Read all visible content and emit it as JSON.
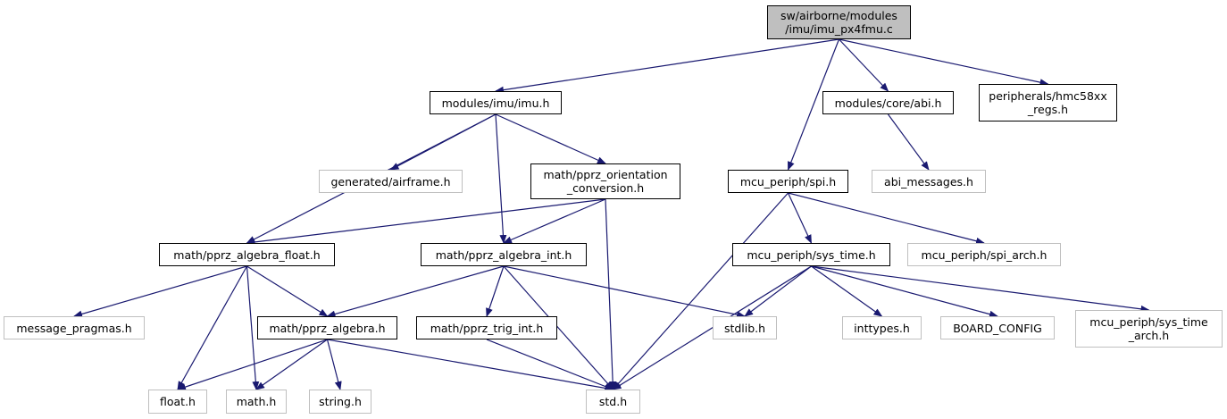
{
  "colors": {
    "edge": "#191970",
    "root_fill": "#bfbfbf",
    "undocumented_border": "#bfbfbf",
    "documented_border": "#000000"
  },
  "nodes": [
    {
      "id": "imu_px4fmu",
      "lines": [
        "sw/airborne/modules",
        "/imu/imu_px4fmu.c"
      ],
      "kind": "root"
    },
    {
      "id": "imu_h",
      "lines": [
        "modules/imu/imu.h"
      ],
      "kind": "doc"
    },
    {
      "id": "abi_h",
      "lines": [
        "modules/core/abi.h"
      ],
      "kind": "doc"
    },
    {
      "id": "hmc58xx",
      "lines": [
        "peripherals/hmc58xx",
        "_regs.h"
      ],
      "kind": "doc"
    },
    {
      "id": "airframe",
      "lines": [
        "generated/airframe.h"
      ],
      "kind": "undoc"
    },
    {
      "id": "orient",
      "lines": [
        "math/pprz_orientation",
        "_conversion.h"
      ],
      "kind": "doc"
    },
    {
      "id": "spi_h",
      "lines": [
        "mcu_periph/spi.h"
      ],
      "kind": "doc"
    },
    {
      "id": "abi_msg",
      "lines": [
        "abi_messages.h"
      ],
      "kind": "undoc"
    },
    {
      "id": "alg_float",
      "lines": [
        "math/pprz_algebra_float.h"
      ],
      "kind": "doc"
    },
    {
      "id": "alg_int",
      "lines": [
        "math/pprz_algebra_int.h"
      ],
      "kind": "doc"
    },
    {
      "id": "systime",
      "lines": [
        "mcu_periph/sys_time.h"
      ],
      "kind": "doc"
    },
    {
      "id": "spi_arch",
      "lines": [
        "mcu_periph/spi_arch.h"
      ],
      "kind": "undoc"
    },
    {
      "id": "msg_prag",
      "lines": [
        "message_pragmas.h"
      ],
      "kind": "undoc"
    },
    {
      "id": "alg",
      "lines": [
        "math/pprz_algebra.h"
      ],
      "kind": "doc"
    },
    {
      "id": "trig",
      "lines": [
        "math/pprz_trig_int.h"
      ],
      "kind": "doc"
    },
    {
      "id": "stdlib",
      "lines": [
        "stdlib.h"
      ],
      "kind": "undoc"
    },
    {
      "id": "inttypes",
      "lines": [
        "inttypes.h"
      ],
      "kind": "undoc"
    },
    {
      "id": "board",
      "lines": [
        "BOARD_CONFIG"
      ],
      "kind": "undoc"
    },
    {
      "id": "systime_arch",
      "lines": [
        "mcu_periph/sys_time",
        "_arch.h"
      ],
      "kind": "undoc"
    },
    {
      "id": "float_h",
      "lines": [
        "float.h"
      ],
      "kind": "undoc"
    },
    {
      "id": "math_h",
      "lines": [
        "math.h"
      ],
      "kind": "undoc"
    },
    {
      "id": "string_h",
      "lines": [
        "string.h"
      ],
      "kind": "undoc"
    },
    {
      "id": "std_h",
      "lines": [
        "std.h"
      ],
      "kind": "undoc"
    }
  ],
  "edges": [
    [
      "imu_px4fmu",
      "imu_h"
    ],
    [
      "imu_px4fmu",
      "abi_h"
    ],
    [
      "imu_px4fmu",
      "hmc58xx"
    ],
    [
      "imu_px4fmu",
      "spi_h"
    ],
    [
      "imu_h",
      "airframe"
    ],
    [
      "imu_h",
      "orient"
    ],
    [
      "imu_h",
      "alg_float"
    ],
    [
      "imu_h",
      "alg_int"
    ],
    [
      "abi_h",
      "abi_msg"
    ],
    [
      "orient",
      "alg_float"
    ],
    [
      "orient",
      "alg_int"
    ],
    [
      "orient",
      "std_h"
    ],
    [
      "spi_h",
      "systime"
    ],
    [
      "spi_h",
      "spi_arch"
    ],
    [
      "spi_h",
      "std_h"
    ],
    [
      "alg_float",
      "msg_prag"
    ],
    [
      "alg_float",
      "alg"
    ],
    [
      "alg_float",
      "float_h"
    ],
    [
      "alg_float",
      "math_h"
    ],
    [
      "alg_int",
      "alg"
    ],
    [
      "alg_int",
      "trig"
    ],
    [
      "alg_int",
      "stdlib"
    ],
    [
      "alg_int",
      "std_h"
    ],
    [
      "systime",
      "stdlib"
    ],
    [
      "systime",
      "inttypes"
    ],
    [
      "systime",
      "board"
    ],
    [
      "systime",
      "systime_arch"
    ],
    [
      "systime",
      "std_h"
    ],
    [
      "alg",
      "float_h"
    ],
    [
      "alg",
      "math_h"
    ],
    [
      "alg",
      "string_h"
    ],
    [
      "alg",
      "std_h"
    ],
    [
      "trig",
      "std_h"
    ]
  ]
}
